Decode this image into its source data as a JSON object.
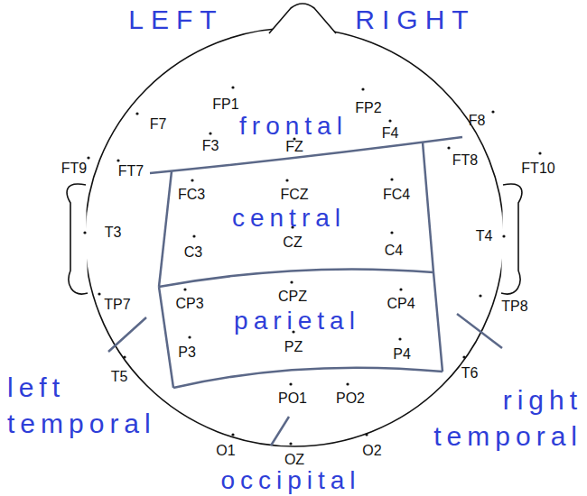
{
  "diagram": {
    "labels": [
      "LEFT",
      "RIGHT",
      "FP1",
      "FP2",
      "frontal",
      "F7",
      "F3",
      "FZ",
      "F4",
      "F8",
      "FT9",
      "FT7",
      "FC3",
      "FCZ",
      "FC4",
      "FT8",
      "FT10",
      "central",
      "T3",
      "C3",
      "CZ",
      "C4",
      "T4",
      "TP7",
      "CP3",
      "CPZ",
      "CP4",
      "TP8",
      "parietal",
      "P3",
      "PZ",
      "P4",
      "T5",
      "left temporal",
      "T6",
      "right temporal",
      "PO1",
      "PO2",
      "O1",
      "OZ",
      "O2",
      "occipital"
    ]
  }
}
